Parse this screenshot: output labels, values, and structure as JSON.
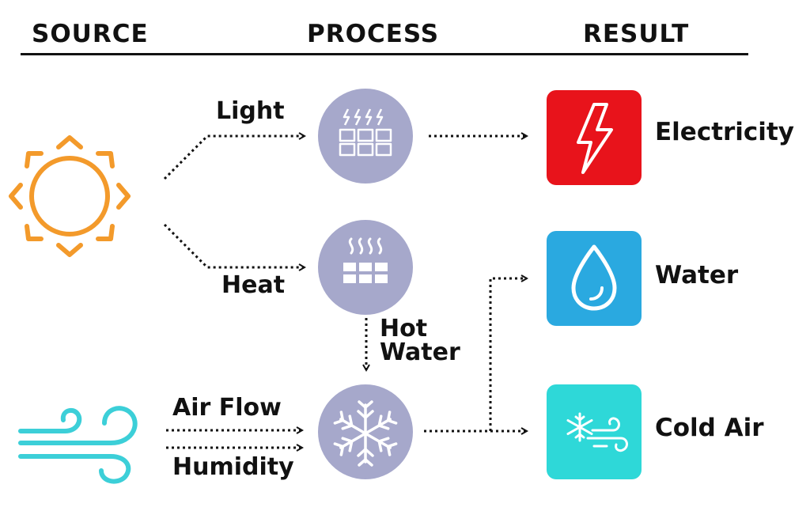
{
  "headers": {
    "source": "SOURCE",
    "process": "PROCESS",
    "result": "RESULT"
  },
  "flow_labels": {
    "light": "Light",
    "heat": "Heat",
    "hot_water": "Hot\nWater",
    "air_flow": "Air Flow",
    "humidity": "Humidity"
  },
  "results": {
    "electricity": "Electricity",
    "water": "Water",
    "cold_air": "Cold Air"
  },
  "colors": {
    "sun": "#F39A2B",
    "wind": "#3CCFD8",
    "process_circle": "#A6A8CB",
    "electricity_tile": "#E8131B",
    "water_tile": "#2AA9E0",
    "cold_air_tile": "#2ED8D8",
    "arrows": "#111111"
  },
  "icons": {
    "sun": "sun-icon",
    "wind": "wind-icon",
    "solar_panel": "solar-panel-icon",
    "heater": "heater-icon",
    "snowflake": "snowflake-icon",
    "lightning": "lightning-icon",
    "water_drop": "water-drop-icon",
    "cold_air": "cold-air-icon"
  }
}
